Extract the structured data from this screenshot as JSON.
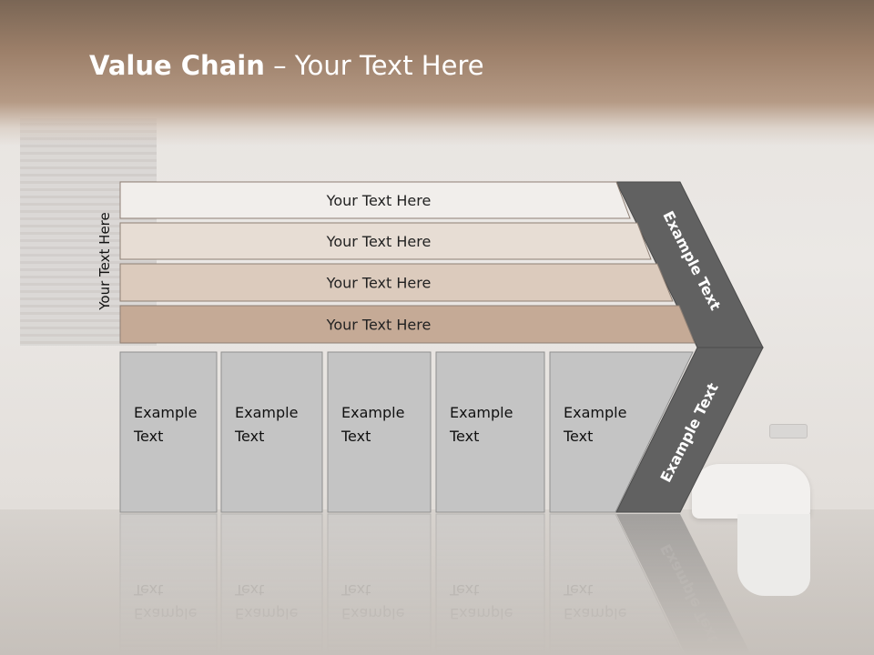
{
  "slide": {
    "title_bold": "Value Chain",
    "title_rest": " – Your Text Here",
    "side_label": "Your Text Here"
  },
  "rows": [
    {
      "label": "Your Text Here",
      "color": "#f1eeeb"
    },
    {
      "label": "Your Text Here",
      "color": "#e7ddd4"
    },
    {
      "label": "Your Text Here",
      "color": "#dccbbd"
    },
    {
      "label": "Your Text Here",
      "color": "#c5aa96"
    }
  ],
  "columns": [
    {
      "line1": "Example",
      "line2": "Text"
    },
    {
      "line1": "Example",
      "line2": "Text"
    },
    {
      "line1": "Example",
      "line2": "Text"
    },
    {
      "line1": "Example",
      "line2": "Text"
    },
    {
      "line1": "Example",
      "line2": "Text"
    }
  ],
  "chevron": {
    "upper_label": "Example Text",
    "lower_label": "Example Text",
    "color": "#616161"
  },
  "colors": {
    "column_fill": "#c4c4c4",
    "column_border": "#8f8f8f",
    "row_border": "#8e7f74"
  }
}
